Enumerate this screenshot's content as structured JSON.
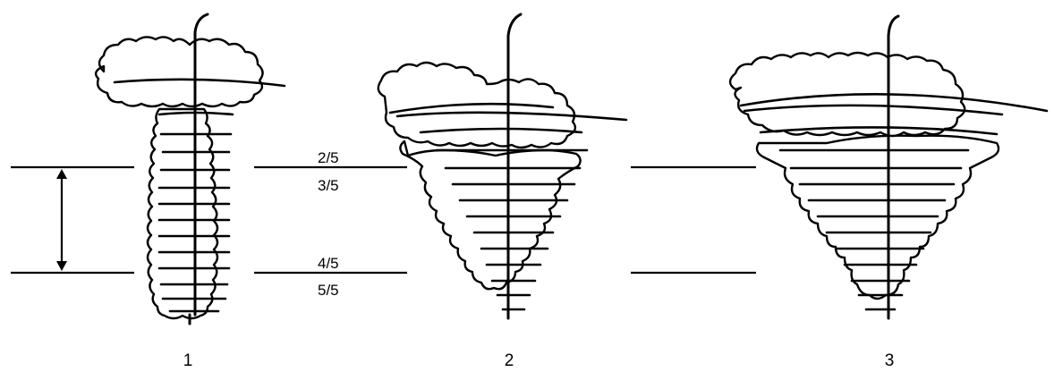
{
  "scale_labels": {
    "upper_above": "2/5",
    "upper_below": "3/5",
    "lower_above": "4/5",
    "lower_below": "5/5"
  },
  "trees": [
    {
      "caption": "1"
    },
    {
      "caption": "2"
    },
    {
      "caption": "3"
    }
  ]
}
